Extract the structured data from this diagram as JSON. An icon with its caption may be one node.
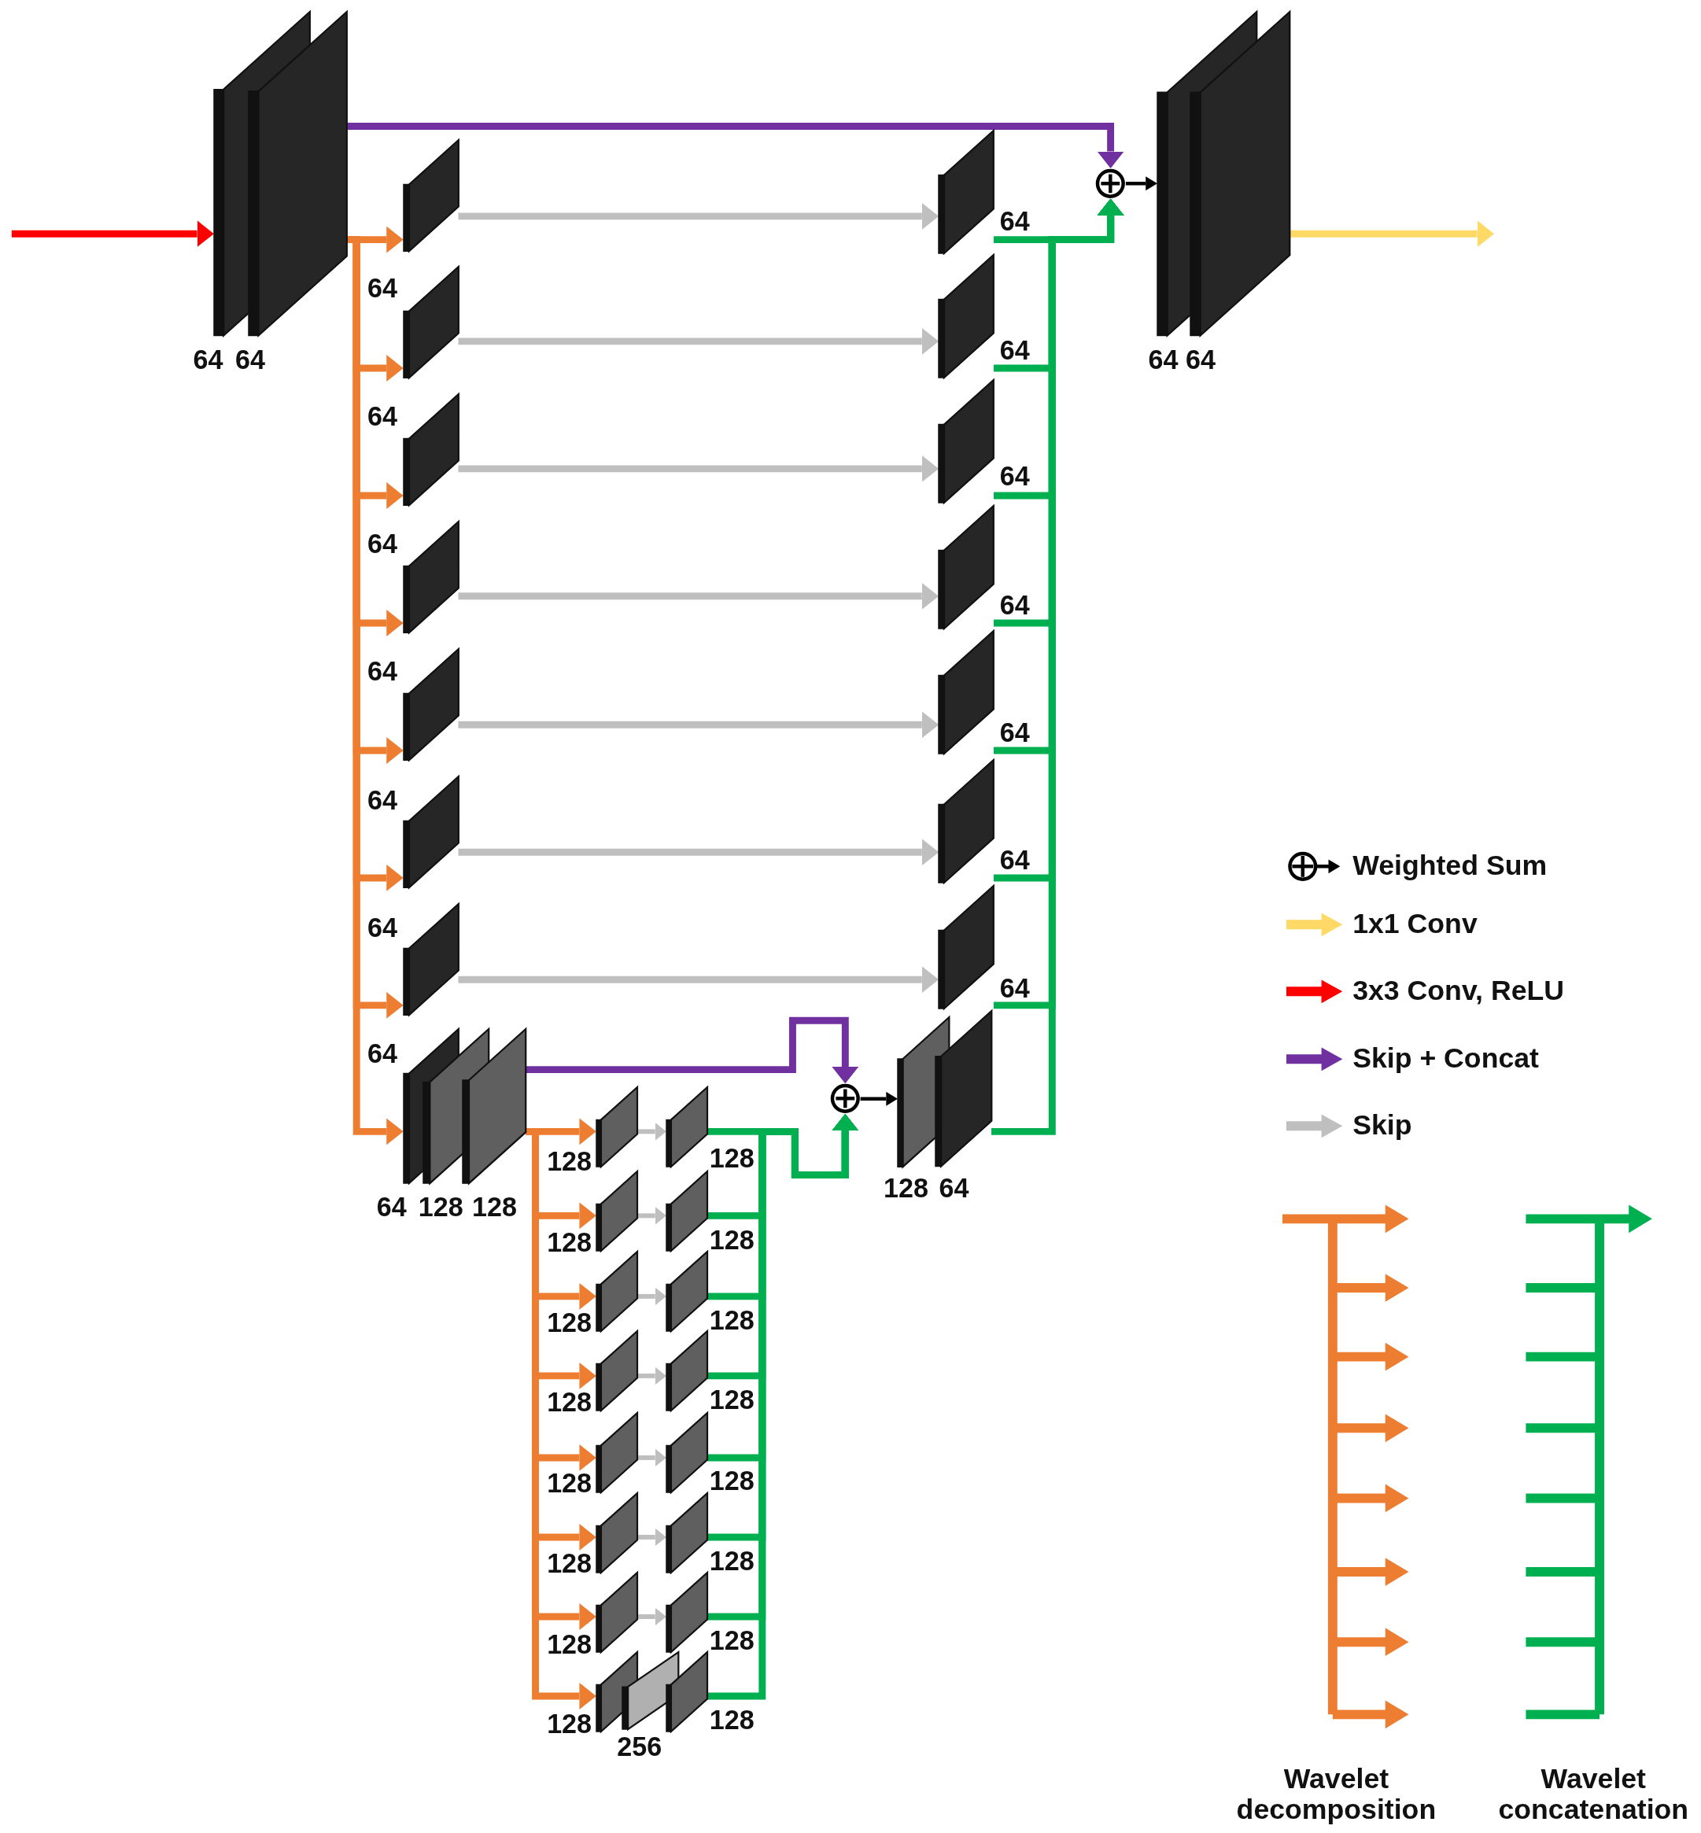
{
  "diagram": {
    "nodes": [
      {
        "text": [],
        "shape": "box",
        "beside": [
          "64"
        ]
      },
      {
        "text": [],
        "shape": "box",
        "beside": [
          "64"
        ]
      },
      {
        "text": [],
        "shape": "box"
      },
      {
        "text": [],
        "shape": "box"
      },
      {
        "text": [],
        "shape": "box"
      },
      {
        "text": [],
        "shape": "box"
      },
      {
        "text": [],
        "shape": "box"
      },
      {
        "text": [],
        "shape": "box"
      },
      {
        "text": [],
        "shape": "box"
      },
      {
        "text": [],
        "shape": "box",
        "beside": [
          "64"
        ]
      },
      {
        "text": [],
        "shape": "box",
        "beside": [
          "128"
        ]
      },
      {
        "text": [],
        "shape": "box",
        "beside": [
          "128"
        ]
      },
      {
        "text": [],
        "shape": "box",
        "beside": [
          "64"
        ]
      },
      {
        "text": [],
        "shape": "box",
        "beside": [
          "64"
        ]
      },
      {
        "text": [],
        "shape": "box",
        "beside": [
          "64"
        ]
      },
      {
        "text": [],
        "shape": "box",
        "beside": [
          "64"
        ]
      },
      {
        "text": [],
        "shape": "box",
        "beside": [
          "64"
        ]
      },
      {
        "text": [],
        "shape": "box",
        "beside": [
          "64"
        ]
      },
      {
        "text": [],
        "shape": "box",
        "beside": [
          "64"
        ]
      },
      {
        "text": [],
        "shape": "box",
        "beside": [
          "128"
        ]
      },
      {
        "text": [],
        "shape": "box",
        "beside": [
          "64"
        ]
      },
      {
        "text": [],
        "shape": "circle"
      },
      {
        "text": [],
        "shape": "box",
        "beside": [
          "64"
        ]
      },
      {
        "text": [],
        "shape": "box",
        "beside": [
          "64"
        ]
      },
      {
        "text": [],
        "shape": "circle"
      },
      {
        "text": [],
        "shape": "box",
        "beside": [
          "128"
        ]
      },
      {
        "text": [],
        "shape": "box",
        "beside": [
          "128"
        ]
      },
      {
        "text": [],
        "shape": "box",
        "beside": [
          "128"
        ]
      },
      {
        "text": [],
        "shape": "box",
        "beside": [
          "128"
        ]
      },
      {
        "text": [],
        "shape": "box",
        "beside": [
          "128"
        ]
      },
      {
        "text": [],
        "shape": "box",
        "beside": [
          "128"
        ]
      },
      {
        "text": [],
        "shape": "box",
        "beside": [
          "128"
        ]
      },
      {
        "text": [],
        "shape": "box",
        "beside": [
          "128"
        ]
      },
      {
        "text": [],
        "shape": "box",
        "beside": [
          "256"
        ]
      },
      {
        "text": [],
        "shape": "box",
        "beside": [
          "128"
        ]
      },
      {
        "text": [],
        "shape": "box",
        "beside": [
          "128"
        ]
      },
      {
        "text": [],
        "shape": "box",
        "beside": [
          "128"
        ]
      },
      {
        "text": [],
        "shape": "box",
        "beside": [
          "128"
        ]
      },
      {
        "text": [],
        "shape": "box",
        "beside": [
          "128"
        ]
      },
      {
        "text": [],
        "shape": "box",
        "beside": [
          "128"
        ]
      },
      {
        "text": [],
        "shape": "box",
        "beside": [
          "128"
        ]
      },
      {
        "text": [],
        "shape": "box",
        "beside": [
          "128"
        ]
      }
    ],
    "edges": [
      {
        "from": null,
        "to": 0,
        "arrow": "to",
        "color": "#ff0000"
      },
      {
        "from": 1,
        "to": 2,
        "arrow": "to",
        "color": "#ed7d31"
      },
      {
        "from": 1,
        "to": 3,
        "arrow": "to",
        "color": "#ed7d31"
      },
      {
        "from": 1,
        "to": 4,
        "arrow": "to",
        "color": "#ed7d31"
      },
      {
        "from": 1,
        "to": 5,
        "arrow": "to",
        "color": "#ed7d31"
      },
      {
        "from": 1,
        "to": 6,
        "arrow": "to",
        "color": "#ed7d31"
      },
      {
        "from": 1,
        "to": 7,
        "arrow": "to",
        "color": "#ed7d31"
      },
      {
        "from": 1,
        "to": 8,
        "arrow": "to",
        "color": "#ed7d31"
      },
      {
        "from": 1,
        "to": 9,
        "arrow": "to",
        "color": "#ed7d31"
      },
      {
        "from": 2,
        "to": 12,
        "arrow": "to",
        "color": "#bfbfbf"
      },
      {
        "from": 3,
        "to": 13,
        "arrow": "to",
        "color": "#bfbfbf"
      },
      {
        "from": 4,
        "to": 14,
        "arrow": "to",
        "color": "#bfbfbf"
      },
      {
        "from": 5,
        "to": 15,
        "arrow": "to",
        "color": "#bfbfbf"
      },
      {
        "from": 6,
        "to": 16,
        "arrow": "to",
        "color": "#bfbfbf"
      },
      {
        "from": 7,
        "to": 17,
        "arrow": "to",
        "color": "#bfbfbf"
      },
      {
        "from": 8,
        "to": 18,
        "arrow": "to",
        "color": "#bfbfbf"
      },
      {
        "from": 1,
        "to": 21,
        "arrow": "to",
        "color": "#7030a0"
      },
      {
        "from": 12,
        "to": 21,
        "arrow": "to",
        "color": "#00b050"
      },
      {
        "from": 13,
        "to": 21,
        "arrow": "to",
        "color": "#00b050"
      },
      {
        "from": 14,
        "to": 21,
        "arrow": "to",
        "color": "#00b050"
      },
      {
        "from": 15,
        "to": 21,
        "arrow": "to",
        "color": "#00b050"
      },
      {
        "from": 16,
        "to": 21,
        "arrow": "to",
        "color": "#00b050"
      },
      {
        "from": 17,
        "to": 21,
        "arrow": "to",
        "color": "#00b050"
      },
      {
        "from": 18,
        "to": 21,
        "arrow": "to",
        "color": "#00b050"
      },
      {
        "from": 20,
        "to": 21,
        "arrow": "to",
        "color": "#00b050"
      },
      {
        "from": 21,
        "to": 22,
        "arrow": "to",
        "color": "#000000"
      },
      {
        "from": 23,
        "to": null,
        "arrow": "to",
        "color": "#ffd966"
      },
      {
        "from": 11,
        "to": 24,
        "arrow": "to",
        "color": "#7030a0"
      },
      {
        "from": 24,
        "to": 19,
        "arrow": "to",
        "color": "#000000"
      },
      {
        "from": 11,
        "to": 25,
        "arrow": "to",
        "color": "#ed7d31"
      },
      {
        "from": 11,
        "to": 26,
        "arrow": "to",
        "color": "#ed7d31"
      },
      {
        "from": 11,
        "to": 27,
        "arrow": "to",
        "color": "#ed7d31"
      },
      {
        "from": 11,
        "to": 28,
        "arrow": "to",
        "color": "#ed7d31"
      },
      {
        "from": 11,
        "to": 29,
        "arrow": "to",
        "color": "#ed7d31"
      },
      {
        "from": 11,
        "to": 30,
        "arrow": "to",
        "color": "#ed7d31"
      },
      {
        "from": 11,
        "to": 31,
        "arrow": "to",
        "color": "#ed7d31"
      },
      {
        "from": 11,
        "to": 32,
        "arrow": "to",
        "color": "#ed7d31"
      },
      {
        "from": 25,
        "to": 34,
        "arrow": "to",
        "color": "#bfbfbf"
      },
      {
        "from": 26,
        "to": 35,
        "arrow": "to",
        "color": "#bfbfbf"
      },
      {
        "from": 27,
        "to": 36,
        "arrow": "to",
        "color": "#bfbfbf"
      },
      {
        "from": 28,
        "to": 37,
        "arrow": "to",
        "color": "#bfbfbf"
      },
      {
        "from": 29,
        "to": 38,
        "arrow": "to",
        "color": "#bfbfbf"
      },
      {
        "from": 30,
        "to": 39,
        "arrow": "to",
        "color": "#bfbfbf"
      },
      {
        "from": 31,
        "to": 40,
        "arrow": "to",
        "color": "#bfbfbf"
      },
      {
        "from": 34,
        "to": 24,
        "arrow": "to",
        "color": "#00b050"
      },
      {
        "from": 35,
        "to": 24,
        "arrow": "to",
        "color": "#00b050"
      },
      {
        "from": 36,
        "to": 24,
        "arrow": "to",
        "color": "#00b050"
      },
      {
        "from": 37,
        "to": 24,
        "arrow": "to",
        "color": "#00b050"
      },
      {
        "from": 38,
        "to": 24,
        "arrow": "to",
        "color": "#00b050"
      },
      {
        "from": 39,
        "to": 24,
        "arrow": "to",
        "color": "#00b050"
      },
      {
        "from": 40,
        "to": 24,
        "arrow": "to",
        "color": "#00b050"
      },
      {
        "from": 41,
        "to": 24,
        "arrow": "to",
        "color": "#00b050"
      }
    ],
    "labels": [
      "64",
      "64",
      "64",
      "64",
      "64",
      "64",
      "64"
    ],
    "legend": [
      {
        "text": "Weighted Sum"
      },
      {
        "text": "1x1 Conv",
        "color": "#ffd966"
      },
      {
        "text": "3x3 Conv, ReLU",
        "color": "#ff0000"
      },
      {
        "text": "Skip + Concat",
        "color": "#7030a0"
      },
      {
        "text": "Skip",
        "color": "#bfbfbf"
      },
      {
        "text": "Wavelet decomposition"
      },
      {
        "text": "Wavelet concatenation"
      }
    ]
  }
}
